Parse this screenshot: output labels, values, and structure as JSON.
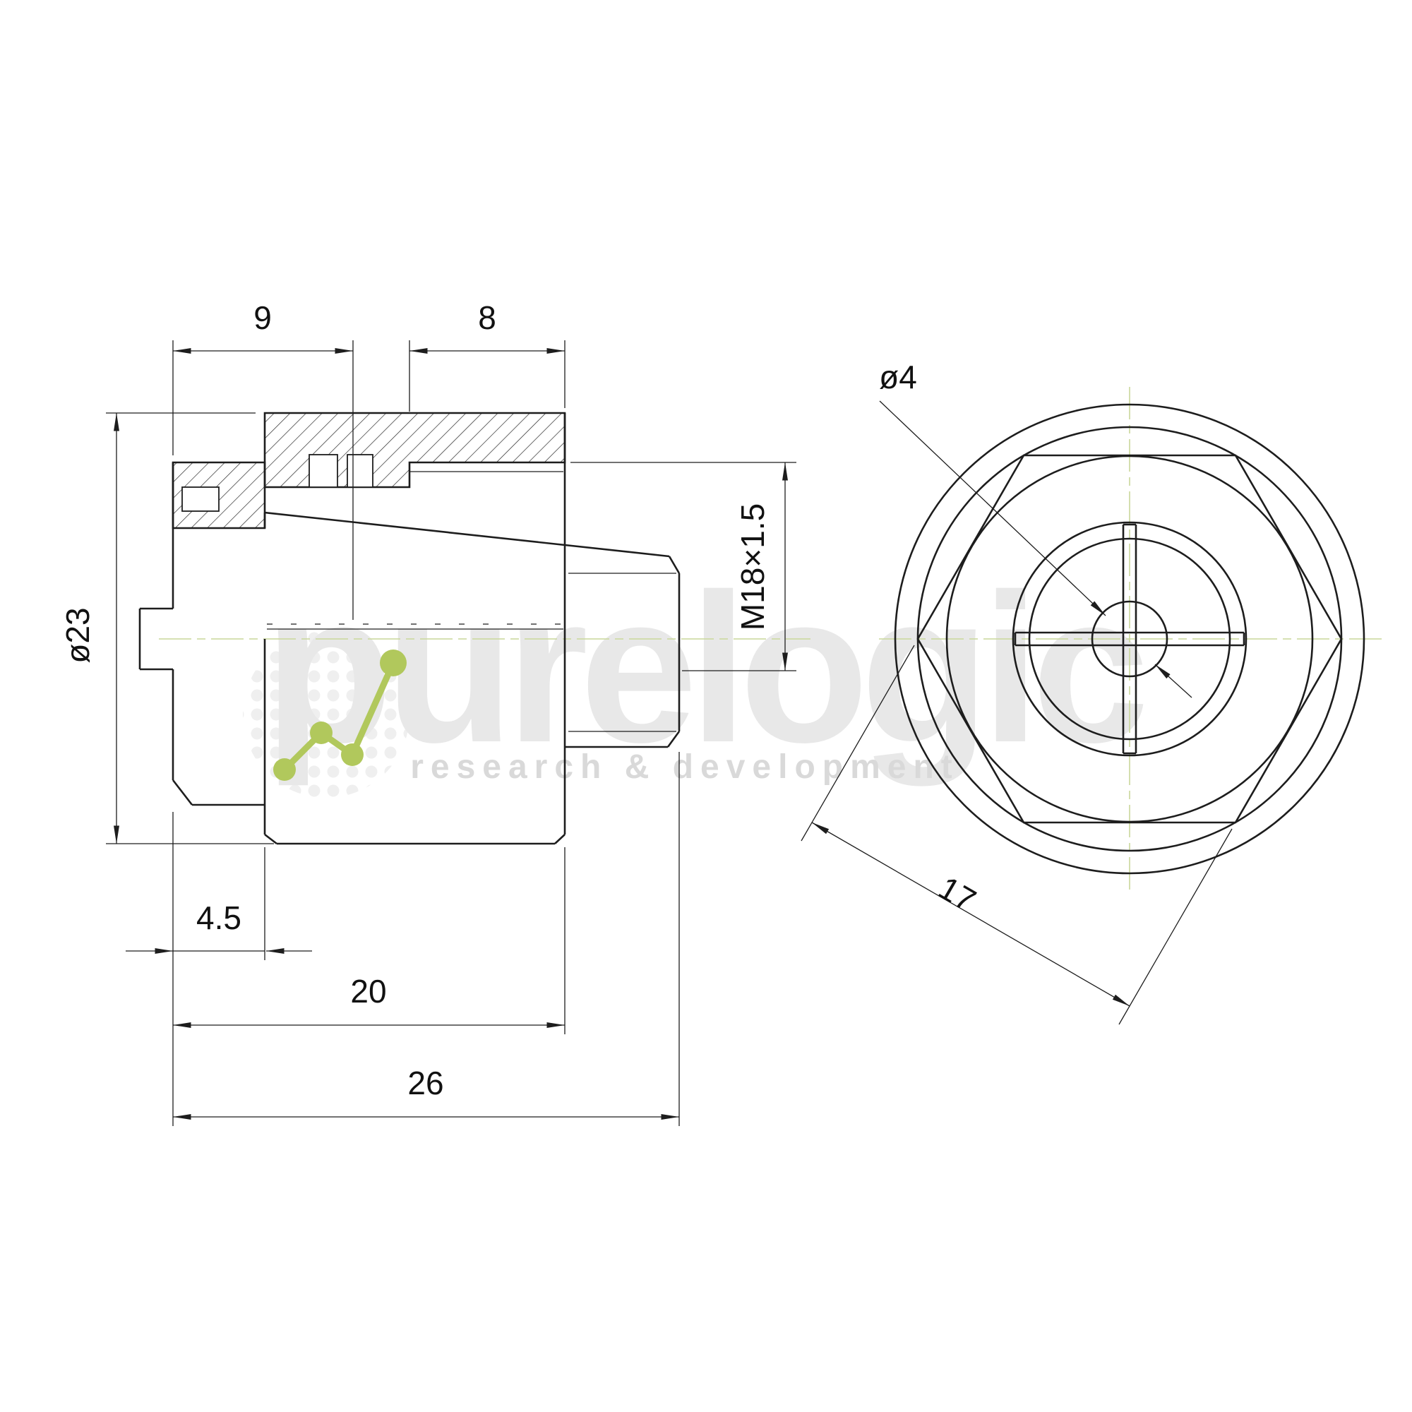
{
  "colors": {
    "line": "#1d1d1d",
    "centerline": "#c9d79a",
    "accent_green": "#b1c85c",
    "watermark_gray": "#e8e8e8",
    "tagline_gray": "#d9d9d9"
  },
  "watermark": {
    "brand": "purelogic",
    "tagline": "research & development"
  },
  "side_view": {
    "dims": {
      "cap_offset": "9",
      "thread_length": "8",
      "outer_diameter": "ø23",
      "thread_spec": "M18×1.5",
      "hex_width": "4.5",
      "body_length": "20",
      "total_length": "26"
    }
  },
  "front_view": {
    "dims": {
      "hole_diameter": "ø4",
      "across_flats": "17"
    }
  }
}
